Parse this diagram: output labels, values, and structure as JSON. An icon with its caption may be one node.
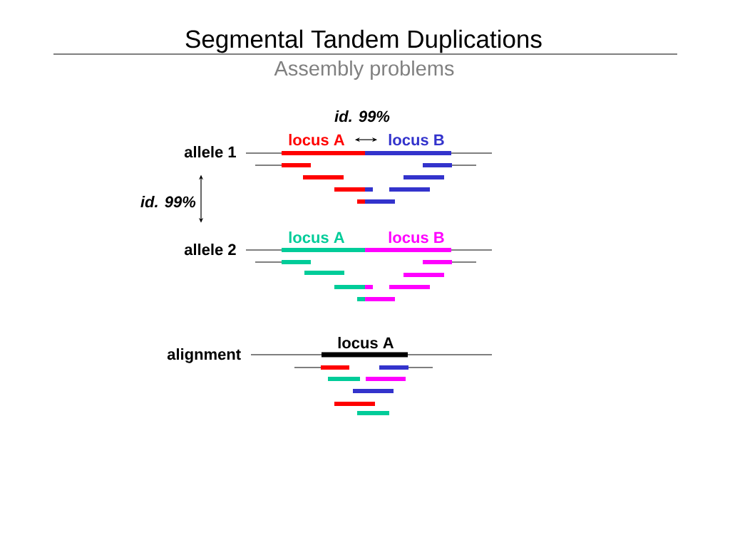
{
  "diagram": {
    "title": "Segmental Tandem Duplications",
    "nodes": [
      {
        "text": [
          "locus A"
        ]
      },
      {
        "text": [
          "locus B"
        ]
      },
      {
        "text": [
          "allele 1"
        ]
      },
      {
        "text": [
          "locus A"
        ]
      },
      {
        "text": [
          "locus B"
        ]
      },
      {
        "text": [
          "allele 2"
        ]
      },
      {
        "text": [
          "locus A"
        ]
      },
      {
        "text": [
          "alignment"
        ]
      }
    ],
    "edges": [
      {
        "from": 0,
        "to": 1,
        "arrow": "both",
        "label": "id. 99%"
      },
      {
        "from": 2,
        "to": 5,
        "arrow": "both",
        "label": "id. 99%"
      }
    ],
    "labels": [
      "Assembly problems"
    ]
  }
}
